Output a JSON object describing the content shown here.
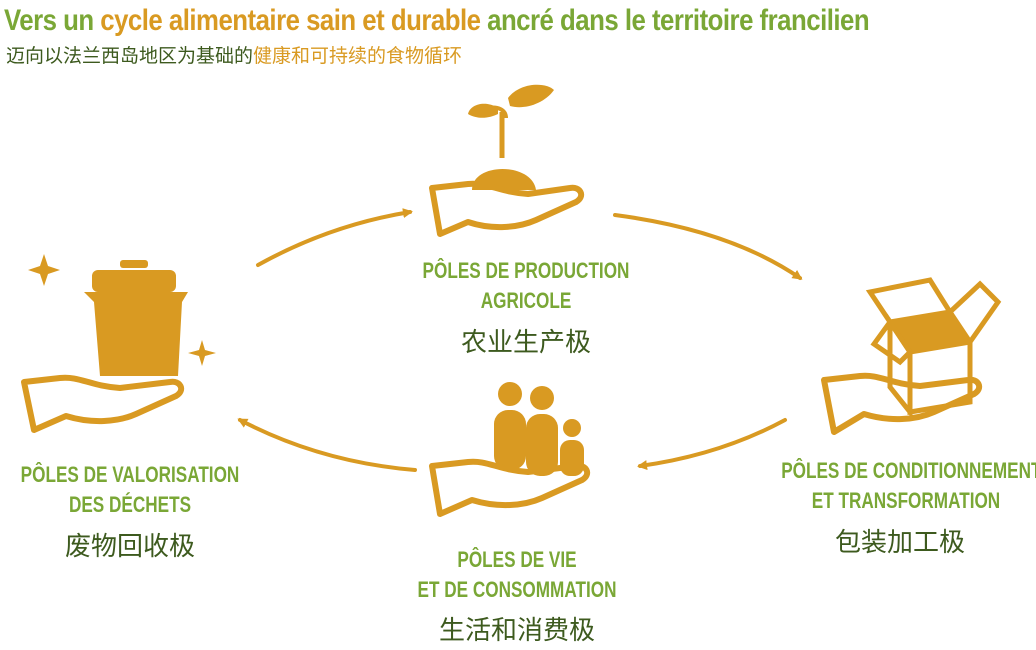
{
  "header": {
    "title_part1": "Vers un ",
    "title_part2": "cycle alimentaire sain et durable",
    "title_part3": " ancré dans le territoire francilien",
    "subtitle_part1": "迈向以法兰西岛地区为基础的",
    "subtitle_part2": "健康和可持续的食物循环"
  },
  "poles": {
    "production": {
      "fr_line1": "PÔLES DE PRODUCTION",
      "fr_line2": "AGRICOLE",
      "zh": "农业生产极"
    },
    "conditionnement": {
      "fr_line1": "PÔLES DE CONDITIONNEMENT",
      "fr_line2": "ET TRANSFORMATION",
      "zh": "包装加工极"
    },
    "consommation": {
      "fr_line1": "PÔLES DE VIE",
      "fr_line2": "ET DE  CONSOMMATION",
      "zh": "生活和消费极"
    },
    "valorisation": {
      "fr_line1": "PÔLES DE VALORISATION",
      "fr_line2": "DES DÉCHETS",
      "zh": "废物回收极"
    }
  },
  "icons": {
    "production": "hand-with-sprout-icon",
    "conditionnement": "hand-with-box-icon",
    "consommation": "hand-with-people-icon",
    "valorisation": "hand-with-bin-icon"
  },
  "colors": {
    "accent_green": "#7aa736",
    "accent_orange": "#d99a22",
    "text_darkgreen": "#3d5a1e"
  }
}
